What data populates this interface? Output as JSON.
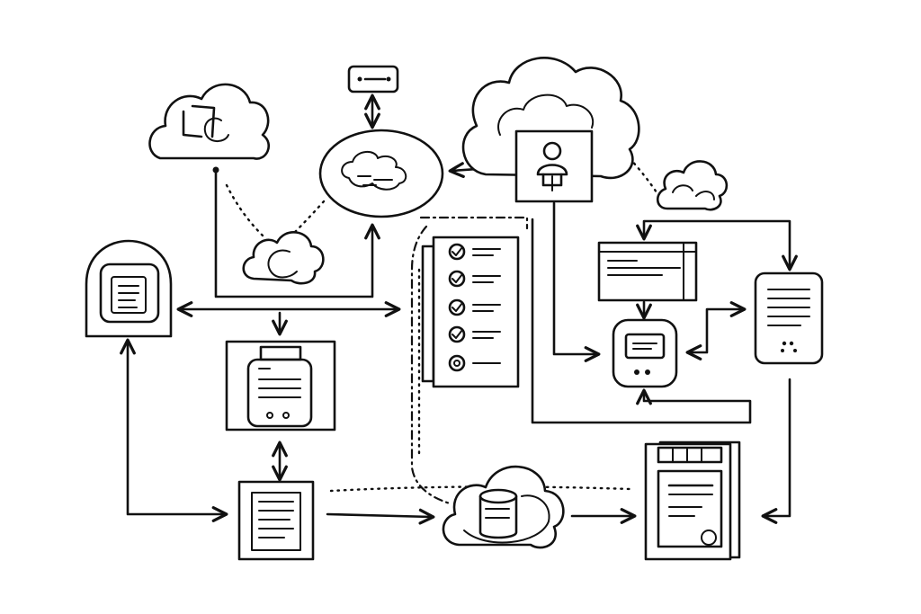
{
  "diagram": {
    "style": "hand-drawn line sketch",
    "ink_color": "#111111",
    "background": "#ffffff"
  },
  "nodes": [
    {
      "id": "cloud-top-left",
      "kind": "cloud",
      "icon": "document-cloud-icon"
    },
    {
      "id": "tag-top",
      "kind": "label-tag",
      "icon": "tag-icon"
    },
    {
      "id": "cloud-center-bubble",
      "kind": "cloud-bubble",
      "icon": "cloud-icon"
    },
    {
      "id": "cloud-user-large",
      "kind": "cloud",
      "icon": "user-icon"
    },
    {
      "id": "cloud-small-right",
      "kind": "cloud",
      "icon": "cloud-icon"
    },
    {
      "id": "cloud-small-middle",
      "kind": "cloud",
      "icon": "cloud-icon"
    },
    {
      "id": "mobile-device",
      "kind": "device",
      "icon": "document-icon"
    },
    {
      "id": "server-panel",
      "kind": "device",
      "icon": "server-icon"
    },
    {
      "id": "checklist-panel",
      "kind": "checklist",
      "icon": "checklist-icon",
      "items": 5
    },
    {
      "id": "browser-window",
      "kind": "window",
      "icon": "browser-icon"
    },
    {
      "id": "monitor-device",
      "kind": "device",
      "icon": "monitor-icon"
    },
    {
      "id": "tablet-document",
      "kind": "document",
      "icon": "tablet-icon"
    },
    {
      "id": "document-bottom-left",
      "kind": "document",
      "icon": "document-icon"
    },
    {
      "id": "database-cloud",
      "kind": "cloud",
      "icon": "database-icon"
    },
    {
      "id": "report-stack",
      "kind": "document-stack",
      "icon": "report-icon"
    }
  ],
  "edges": [
    {
      "from": "tag-top",
      "to": "cloud-center-bubble",
      "style": "solid",
      "arrows": "both"
    },
    {
      "from": "cloud-user-large",
      "to": "cloud-center-bubble",
      "style": "solid",
      "arrows": "end"
    },
    {
      "from": "cloud-top-left",
      "to": "cloud-center-bubble",
      "style": "solid",
      "arrows": "end"
    },
    {
      "from": "cloud-top-left",
      "to": "cloud-small-middle",
      "style": "dotted",
      "arrows": "none"
    },
    {
      "from": "cloud-center-bubble",
      "to": "cloud-small-middle",
      "style": "dotted",
      "arrows": "none"
    },
    {
      "from": "mobile-device",
      "to": "checklist-panel",
      "style": "solid",
      "arrows": "both"
    },
    {
      "from": "mobile-device",
      "to": "document-bottom-left",
      "style": "solid",
      "arrows": "both"
    },
    {
      "from": "server-panel",
      "to": "document-bottom-left",
      "style": "solid",
      "arrows": "both"
    },
    {
      "from": "document-bottom-left",
      "to": "database-cloud",
      "style": "solid",
      "arrows": "end"
    },
    {
      "from": "document-bottom-left",
      "to": "report-stack",
      "style": "dotted",
      "arrows": "none"
    },
    {
      "from": "database-cloud",
      "to": "report-stack",
      "style": "solid",
      "arrows": "end"
    },
    {
      "from": "cloud-user-large",
      "to": "monitor-device",
      "style": "solid",
      "arrows": "end"
    },
    {
      "from": "cloud-user-large",
      "to": "cloud-small-right",
      "style": "dotted",
      "arrows": "none"
    },
    {
      "from": "cloud-small-right",
      "to": "browser-window",
      "style": "solid",
      "arrows": "end"
    },
    {
      "from": "cloud-small-right",
      "to": "tablet-document",
      "style": "solid",
      "arrows": "end"
    },
    {
      "from": "browser-window",
      "to": "monitor-device",
      "style": "solid",
      "arrows": "end"
    },
    {
      "from": "tablet-document",
      "to": "monitor-device",
      "style": "solid",
      "arrows": "both"
    },
    {
      "from": "tablet-document",
      "to": "report-stack",
      "style": "solid",
      "arrows": "end"
    },
    {
      "from": "checklist-panel",
      "to": "monitor-device",
      "style": "solid",
      "arrows": "end"
    },
    {
      "from": "cloud-center-bubble",
      "to": "database-cloud",
      "style": "dash-dot",
      "arrows": "none"
    }
  ]
}
